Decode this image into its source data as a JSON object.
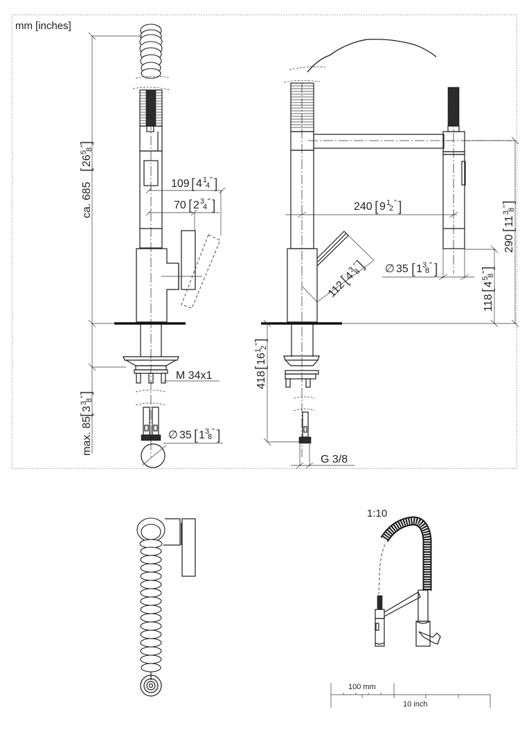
{
  "drawing": {
    "units_label": "mm [inches]",
    "scale_label": "1:10",
    "colors": {
      "line": "#1a1a1a",
      "frame": "#9a9a9a",
      "background": "#ffffff"
    }
  },
  "front_view": {
    "overall_height": {
      "prefix": "ca.",
      "mm": "685",
      "inch_whole": "26",
      "inch_num": "5",
      "inch_den": "8"
    },
    "spout_reach": {
      "mm": "109",
      "inch_whole": "4",
      "inch_num": "1",
      "inch_den": "4"
    },
    "handle_reach": {
      "mm": "70",
      "inch_whole": "2",
      "inch_num": "3",
      "inch_den": "4"
    },
    "thread": {
      "label": "M 34x1"
    },
    "max_deck": {
      "prefix": "max.",
      "mm": "85",
      "inch_whole": "3",
      "inch_num": "3",
      "inch_den": "8"
    },
    "hole_diameter": {
      "symbol": "∅",
      "mm": "35",
      "inch_whole": "1",
      "inch_num": "3",
      "inch_den": "8"
    }
  },
  "side_view": {
    "spout_projection": {
      "mm": "240",
      "inch_whole": "9",
      "inch_num": "1",
      "inch_den": "2"
    },
    "spout_height": {
      "mm": "290",
      "inch_whole": "11",
      "inch_num": "3",
      "inch_den": "8"
    },
    "outlet_height": {
      "mm": "118",
      "inch_whole": "4",
      "inch_num": "5",
      "inch_den": "8"
    },
    "outlet_diameter": {
      "symbol": "∅",
      "mm": "35",
      "inch_whole": "1",
      "inch_num": "3",
      "inch_den": "8"
    },
    "handle_length": {
      "mm": "112",
      "inch_whole": "4",
      "inch_num": "3",
      "inch_den": "8"
    },
    "supply_length": {
      "mm": "418",
      "inch_whole": "16",
      "inch_num": "1",
      "inch_den": "2"
    },
    "connection": {
      "label": "G 3/8"
    }
  },
  "scale_bar": {
    "metric_label": "100 mm",
    "imperial_label": "10 inch"
  }
}
